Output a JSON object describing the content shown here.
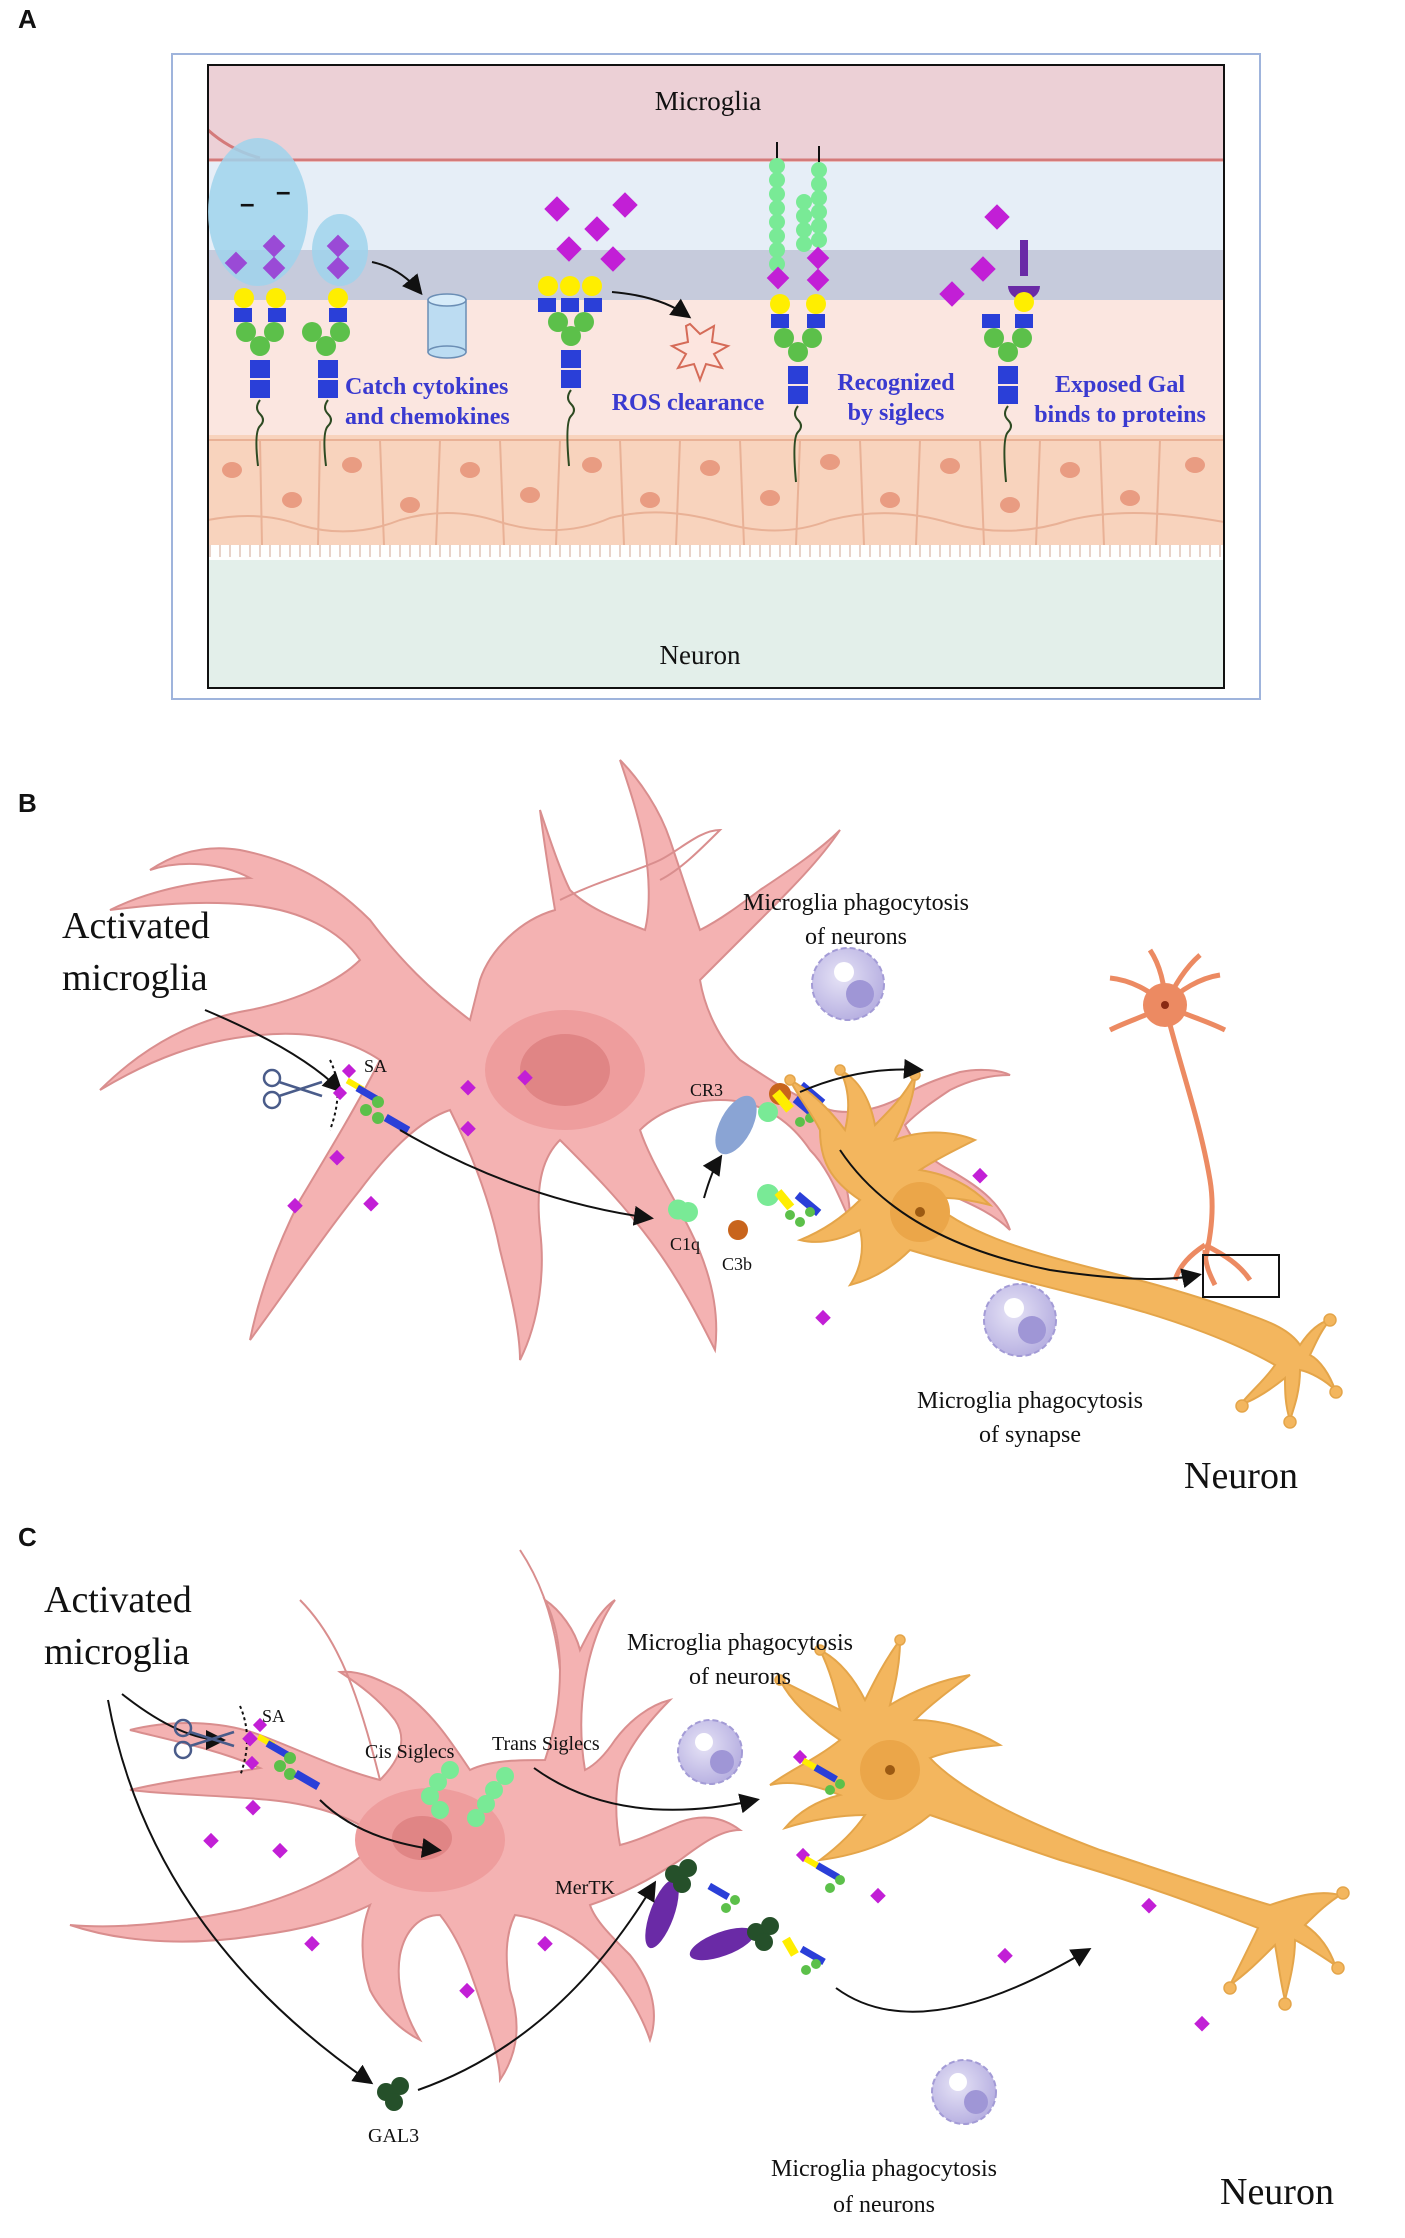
{
  "panels": {
    "a": {
      "letter": "A",
      "top_label": "Microglia",
      "bottom_label": "Neuron",
      "captions": {
        "catch_1": "Catch cytokines",
        "catch_2": "and chemokines",
        "ros": "ROS clearance",
        "siglec_1": "Recognized",
        "siglec_2": "by siglecs",
        "gal_1": "Exposed Gal",
        "gal_2": "binds to proteins"
      },
      "minus_sign": "–"
    },
    "b": {
      "letter": "B",
      "activated_1": "Activated",
      "activated_2": "microglia",
      "sa": "SA",
      "cr3": "CR3",
      "c1q": "C1q",
      "c3b": "C3b",
      "phago_neurons_1": "Microglia phagocytosis",
      "phago_neurons_2": "of neurons",
      "phago_synapse_1": "Microglia phagocytosis",
      "phago_synapse_2": "of synapse",
      "neuron": "Neuron"
    },
    "c": {
      "letter": "C",
      "activated_1": "Activated",
      "activated_2": "microglia",
      "sa": "SA",
      "cis": "Cis Siglecs",
      "trans": "Trans Siglecs",
      "mertk": "MerTK",
      "gal3": "GAL3",
      "phago_top_1": "Microglia phagocytosis",
      "phago_top_2": "of neurons",
      "phago_bottom_1": "Microglia phagocytosis",
      "phago_bottom_2": "of neurons",
      "neuron": "Neuron"
    }
  },
  "colors": {
    "sialic_acid": "#c21fd6",
    "galactose": "#ffee00",
    "glcnac": "#2a3fd8",
    "mannose": "#5cc04a",
    "microglia_body": "#f4b2b2",
    "neuron_body": "#f3b65e",
    "neuron_small": "#ec8a62",
    "label_blue": "#3a3ad0",
    "siglec_green": "#79ea96",
    "mertk_purple": "#6a2aa6",
    "gal3_green": "#25502a"
  }
}
